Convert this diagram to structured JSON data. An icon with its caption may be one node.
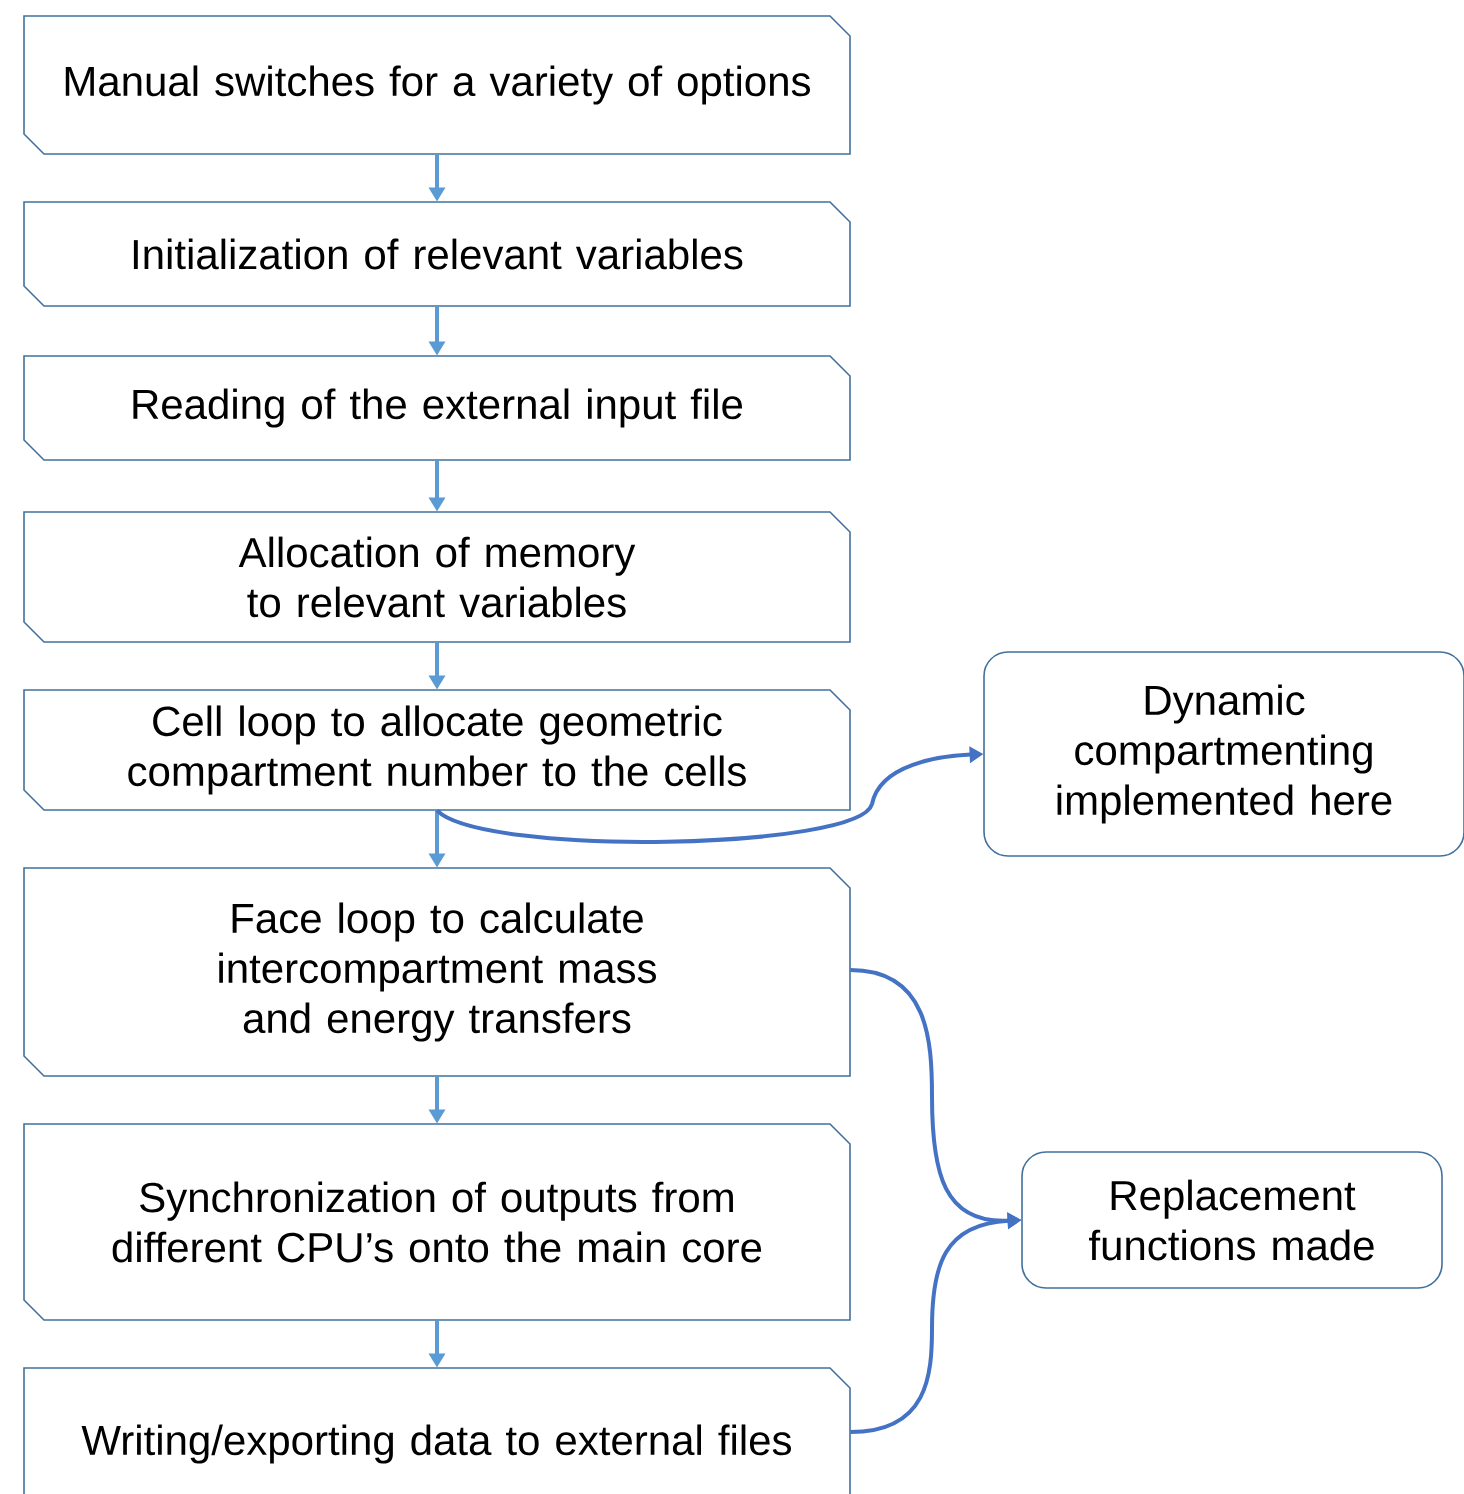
{
  "diagram": {
    "nodes": [
      {
        "text": [
          "Manual switches for a variety of options"
        ]
      },
      {
        "text": [
          "Initialization of relevant variables"
        ]
      },
      {
        "text": [
          "Reading of the external input file"
        ]
      },
      {
        "text": [
          "Allocation of memory to relevant variables"
        ]
      },
      {
        "text": [
          "Cell loop to allocate geometric compartment number to the cells"
        ]
      },
      {
        "text": [
          "Face loop to calculate intercompartment mass and energy transfers"
        ]
      },
      {
        "text": [
          "Synchronization of outputs from different CPU’s onto the main core"
        ]
      },
      {
        "text": [
          "Writing/exporting data to external files"
        ]
      },
      {
        "text": [
          "Dynamic compartmenting implemented here"
        ]
      },
      {
        "text": [
          "Replacement functions made"
        ]
      }
    ],
    "edges": [
      {
        "from": 0,
        "to": 1,
        "arrow": "to"
      },
      {
        "from": 1,
        "to": 2,
        "arrow": "to"
      },
      {
        "from": 2,
        "to": 3,
        "arrow": "to"
      },
      {
        "from": 3,
        "to": 4,
        "arrow": "to"
      },
      {
        "from": 4,
        "to": 5,
        "arrow": "to"
      },
      {
        "from": 5,
        "to": 6,
        "arrow": "to"
      },
      {
        "from": 6,
        "to": 7,
        "arrow": "to"
      },
      {
        "from": 4,
        "to": 8,
        "arrow": "to",
        "color": "#4472c4"
      },
      {
        "from": 5,
        "to": 9,
        "arrow": "to",
        "color": "#4472c4"
      },
      {
        "from": 7,
        "to": 9,
        "arrow": "to",
        "color": "#4472c4"
      }
    ]
  }
}
